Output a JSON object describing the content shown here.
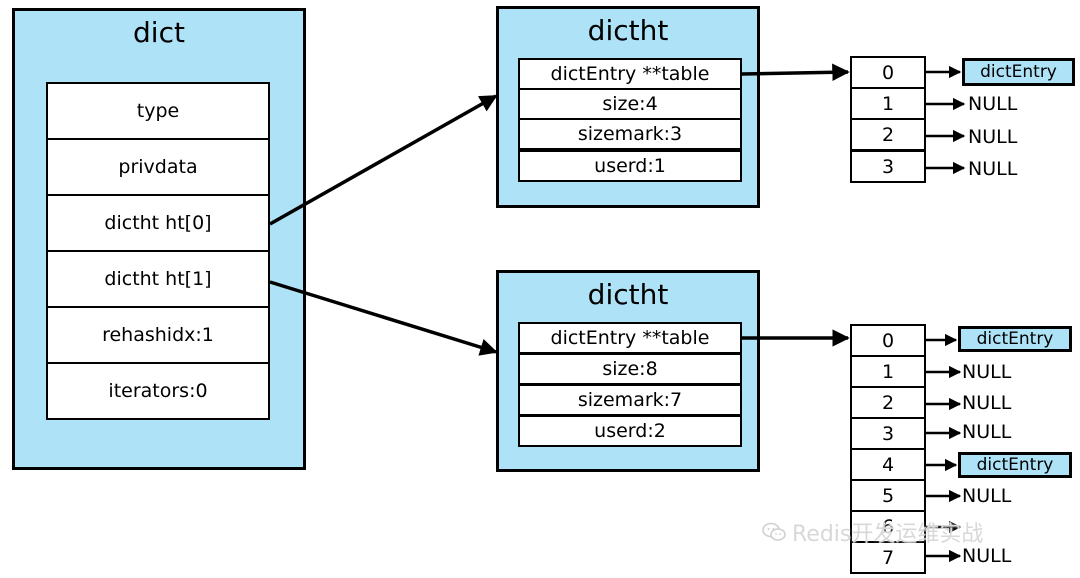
{
  "dict": {
    "title": "dict",
    "fields": [
      "type",
      "privdata",
      "dictht ht[0]",
      "dictht ht[1]",
      "rehashidx:1",
      "iterators:0"
    ]
  },
  "ht0": {
    "title": "dictht",
    "fields": [
      "dictEntry **table",
      "size:4",
      "sizemark:3",
      "userd:1"
    ],
    "buckets": [
      {
        "index": "0",
        "target": "dictEntry"
      },
      {
        "index": "1",
        "target": "NULL"
      },
      {
        "index": "2",
        "target": "NULL"
      },
      {
        "index": "3",
        "target": "NULL"
      }
    ]
  },
  "ht1": {
    "title": "dictht",
    "fields": [
      "dictEntry **table",
      "size:8",
      "sizemark:7",
      "userd:2"
    ],
    "buckets": [
      {
        "index": "0",
        "target": "dictEntry"
      },
      {
        "index": "1",
        "target": "NULL"
      },
      {
        "index": "2",
        "target": "NULL"
      },
      {
        "index": "3",
        "target": "NULL"
      },
      {
        "index": "4",
        "target": "dictEntry"
      },
      {
        "index": "5",
        "target": "NULL"
      },
      {
        "index": "6",
        "target": ""
      },
      {
        "index": "7",
        "target": "NULL"
      }
    ]
  },
  "watermark": {
    "icon": "wechat-icon",
    "text": "Redis开发运维实战"
  }
}
